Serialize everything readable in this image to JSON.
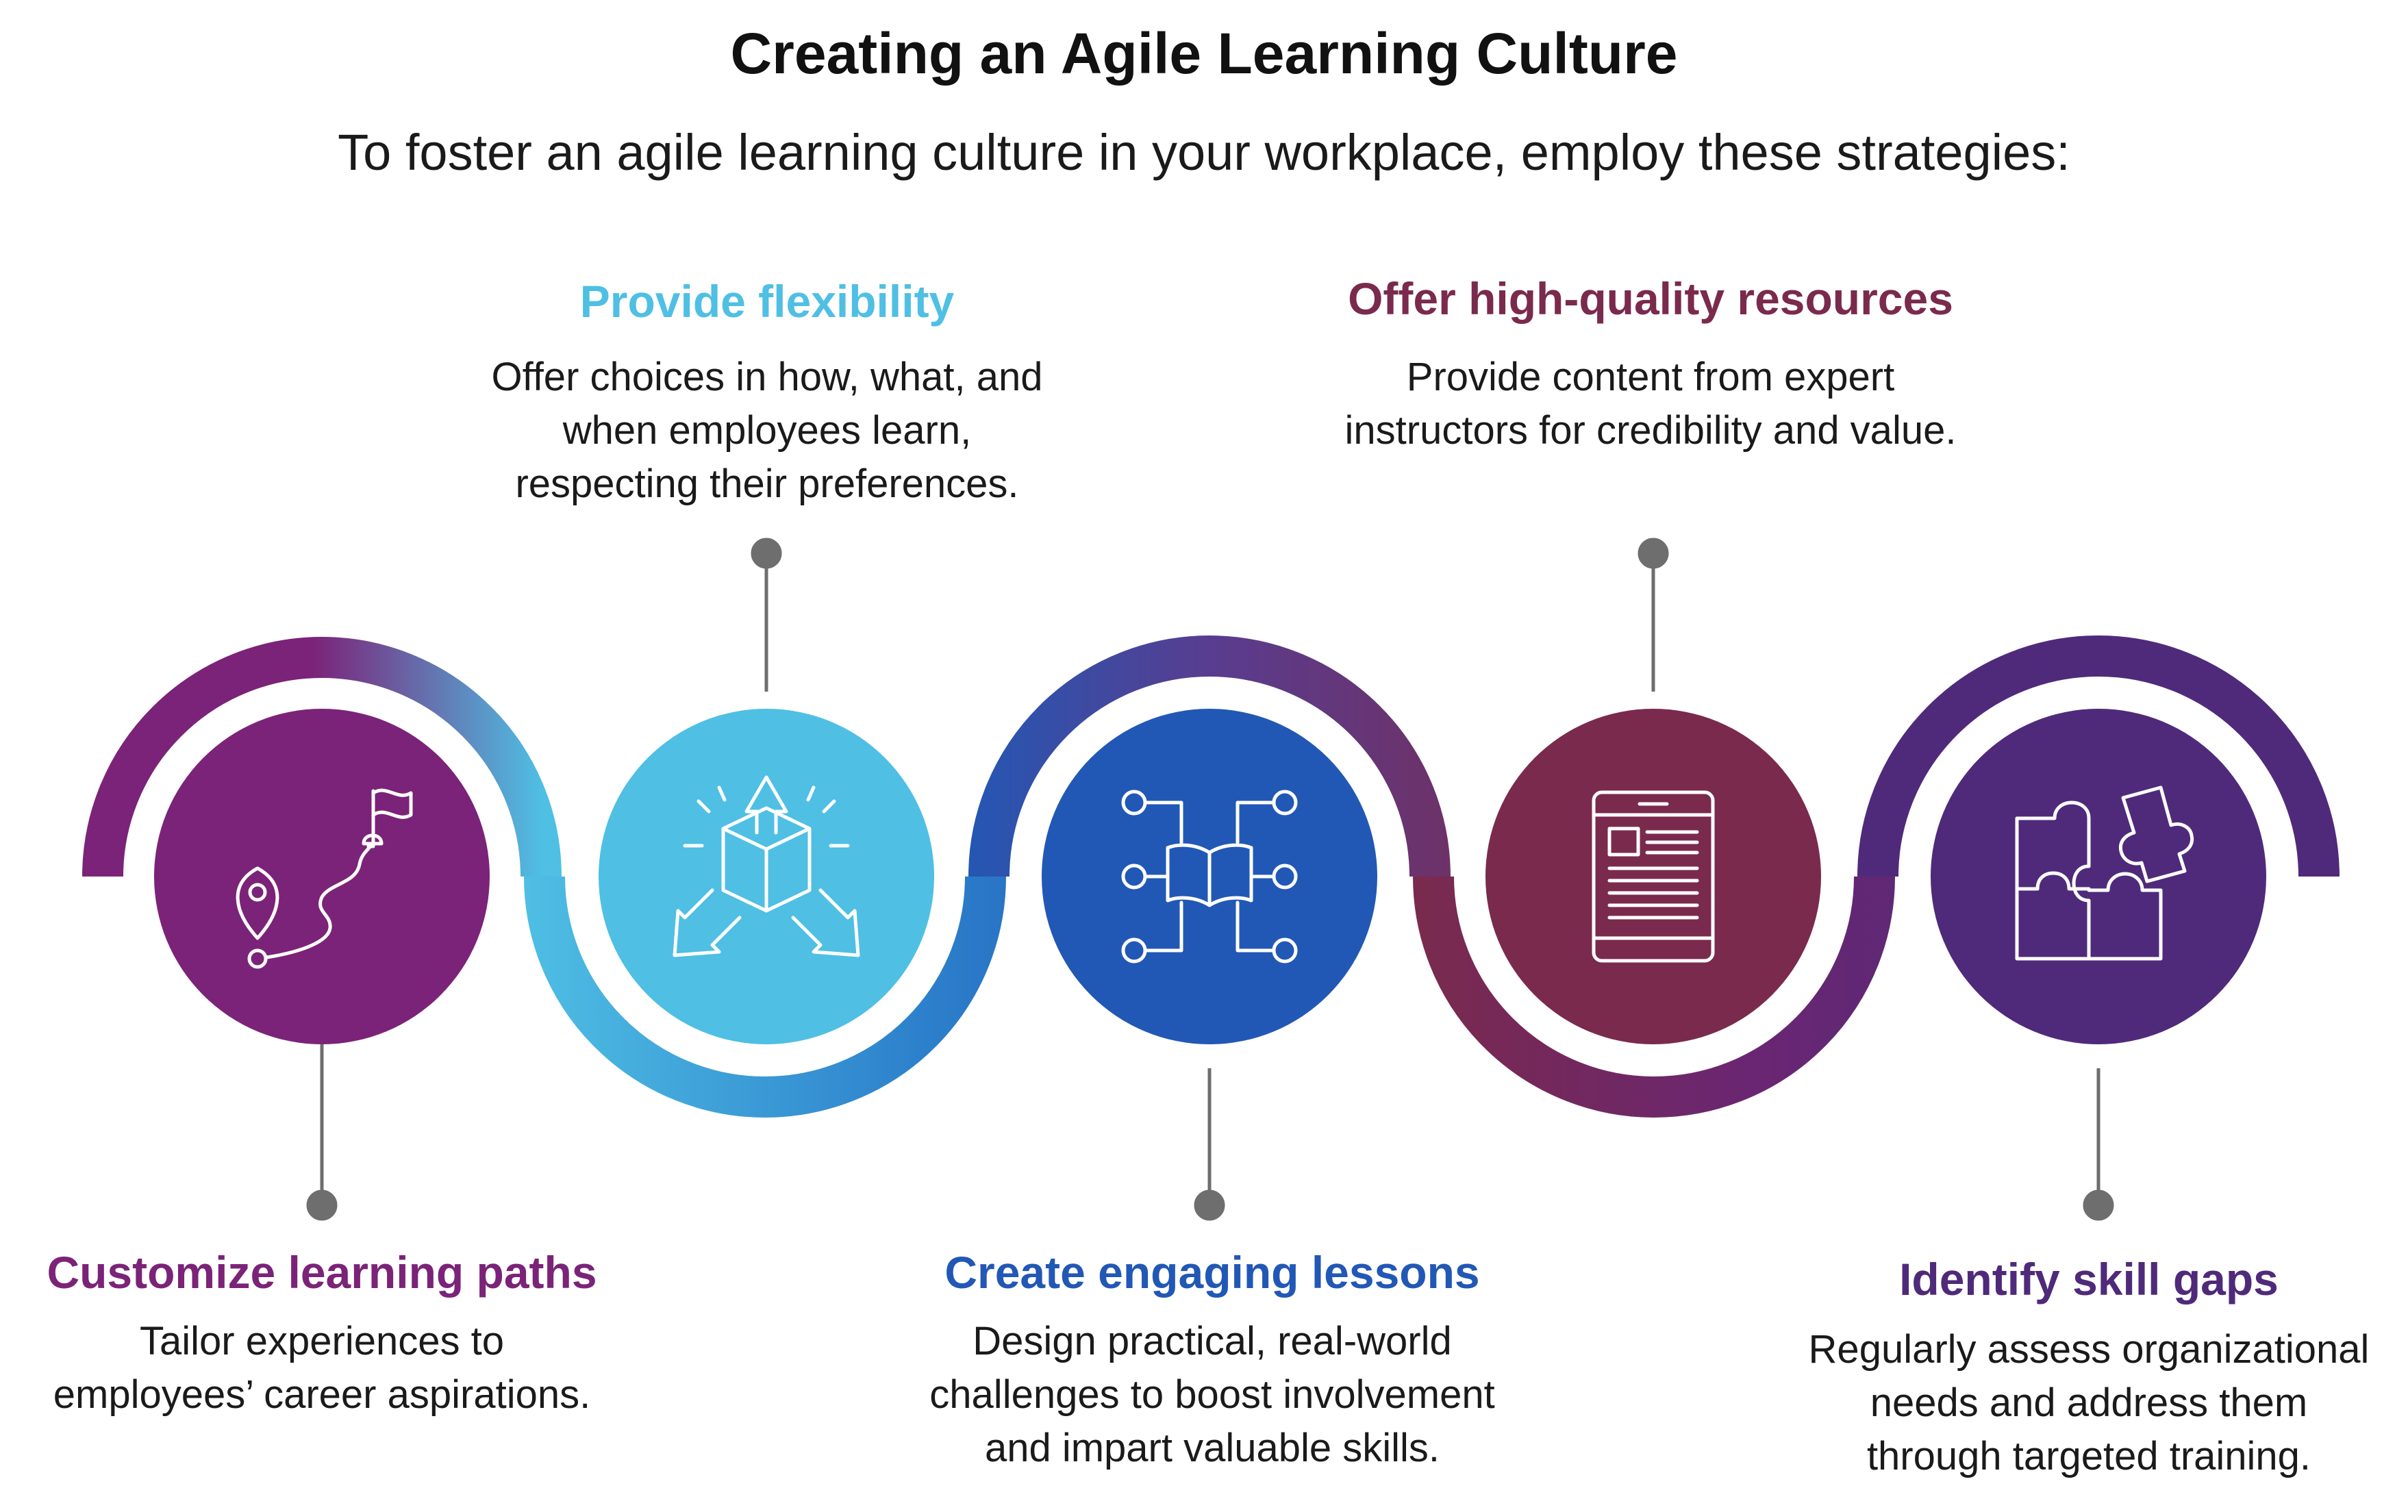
{
  "title": "Creating an Agile Learning Culture",
  "subtitle": "To foster an agile learning culture in your workplace, employ these strategies:",
  "colors": {
    "purple": "#7B2378",
    "sky": "#4FBFE4",
    "blue": "#2258B5",
    "maroon": "#7A2A4D",
    "violet": "#4F2A7A",
    "connector": "#6e6e6e"
  },
  "steps": [
    {
      "heading": "Customize learning paths",
      "lines": [
        "Tailor experiences to",
        "employees’ career aspirations."
      ],
      "icon": "map-route-flag-icon",
      "color": "#7B2378"
    },
    {
      "heading": "Provide flexibility",
      "lines": [
        "Offer choices in how, what, and",
        "when employees learn,",
        "respecting their preferences."
      ],
      "icon": "box-arrows-icon",
      "color": "#4FBFE4"
    },
    {
      "heading": "Create engaging lessons",
      "lines": [
        "Design practical, real-world",
        "challenges to boost involvement",
        "and impart valuable skills."
      ],
      "icon": "book-network-icon",
      "color": "#2258B5"
    },
    {
      "heading": "Offer high-quality resources",
      "lines": [
        "Provide content from expert",
        "instructors for credibility and value."
      ],
      "icon": "tablet-document-icon",
      "color": "#7A2A4D"
    },
    {
      "heading": "Identify skill gaps",
      "lines": [
        "Regularly assess organizational",
        "needs and address them",
        "through targeted training."
      ],
      "icon": "puzzle-icon",
      "color": "#4F2A7A"
    }
  ]
}
